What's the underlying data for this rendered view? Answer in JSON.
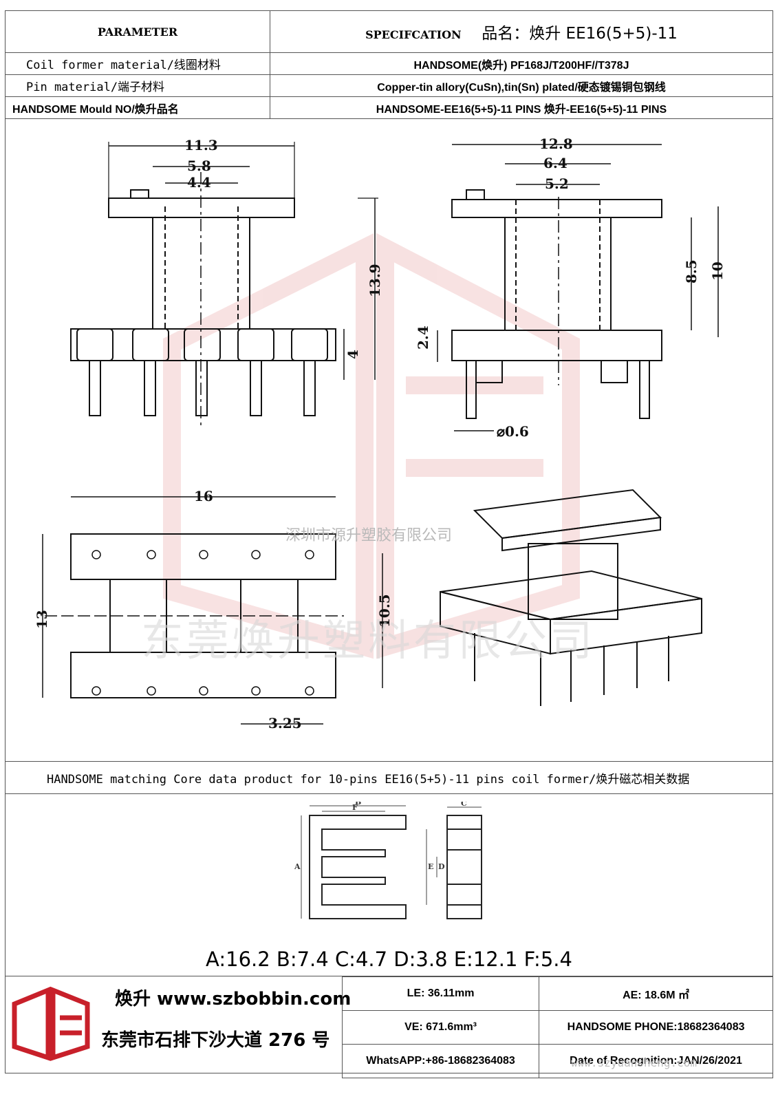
{
  "header": {
    "parameter_label": "PARAMETER",
    "specification_label": "SPECIFCATION",
    "product_name": "品名：焕升 EE16(5+5)-11"
  },
  "rows": [
    {
      "label": "Coil former material/线圈材料",
      "value": "HANDSOME(焕升)  PF168J/T200HF//T378J"
    },
    {
      "label": "Pin material/端子材料",
      "value": "Copper-tin allory(CuSn),tin(Sn) plated/硬态镀锡铜包钢线"
    },
    {
      "label": "HANDSOME Mould NO/焕升品名",
      "value": "HANDSOME-EE16(5+5)-11 PINS   焕升-EE16(5+5)-11 PINS"
    }
  ],
  "dimensions": {
    "A": "11.3",
    "B": "5.8",
    "C": "4.4",
    "D": "13.9",
    "E": "4",
    "F": "2.4",
    "G": "12.8",
    "H": "6.4",
    "I": "5.2",
    "J": "8.5",
    "K": "10",
    "L": "⌀0.6",
    "M": "16",
    "N": "10.5",
    "O": "3.25",
    "P": "13"
  },
  "core_bar_text": "HANDSOME matching Core data  product for 10-pins EE16(5+5)-11 pins coil former/焕升磁芯相关数据",
  "core_diagram_labels": {
    "A": "A",
    "B": "B",
    "C": "C",
    "D": "D",
    "E": "E",
    "F": "F"
  },
  "core_values": "A:16.2 B:7.4 C:4.7 D:3.8 E:12.1 F:5.4",
  "footer": {
    "brand": "焕升  www.szbobbin.com",
    "address": "东莞市石排下沙大道 276 号",
    "le": "LE:    36.11mm",
    "ae": "AE: 18.6M ㎡",
    "ve": "VE:    671.6mm³",
    "phone": "HANDSOME PHONE:18682364083",
    "whatsapp": "WhatsAPP:+86-18682364083",
    "date": "Date of Recognition:JAN/26/2021"
  },
  "watermarks": {
    "company_small": "深圳市源升塑胶有限公司",
    "company_large": "东莞焕升塑料有限公司",
    "url": "www.szyuansheng.com"
  },
  "colors": {
    "logo_red": "#c8202a",
    "watermark_red": "#e8a0a0"
  }
}
